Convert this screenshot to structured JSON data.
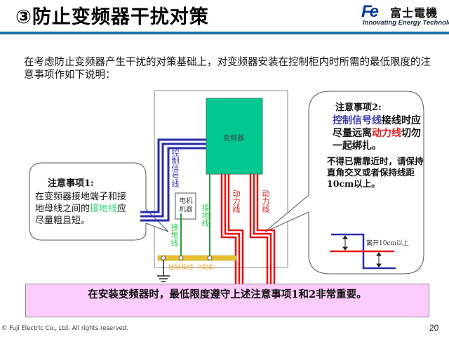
{
  "header": {
    "title": "③防止变频器干扰对策",
    "logo_mark": "Fe",
    "logo_cn": "富士電機",
    "logo_tagline": "Innovating Energy Technology"
  },
  "intro": "在考虑防止变频器产生干扰的对策基础上，对变频器安装在控制柜内时所需的最低限度的注意事项作如下说明：",
  "diagram": {
    "inverter_label": "变频器",
    "motor_label": "电机机器",
    "control_signal_label": "控制信号线",
    "ground_label_left": "接地线",
    "ground_label_right": "接地线",
    "power_label_1": "动力线",
    "power_label_2": "动力线",
    "ground_bus_label": "接地母线（铜排）",
    "colors": {
      "inverter": "#00c890",
      "control": "#2a2aa8",
      "power": "#e81010",
      "ground": "#2a9a3a",
      "bus": "#e8c030"
    }
  },
  "note1": {
    "title": "注意事项1:",
    "text_a": "在变频器接地端子和接地母线之间的",
    "text_highlight": "接地线",
    "text_b": "应尽量粗且短。"
  },
  "note2": {
    "title": "注意事项2:",
    "highlight_control": "控制信号线",
    "text_a": "接线时应尽量远离",
    "highlight_power": "动力线",
    "text_b": "切勿一起绑扎。",
    "text_c": "不得已需靠近时，请保持直角交叉或者保持线距10cm以上。",
    "distance_label": "离开10cm以上"
  },
  "summary": "在安装变频器时，最低限度遵守上述注意事项1和2非常重要。",
  "footer": {
    "copyright": "© Fuji Electric Co., Ltd. All rights reserved.",
    "page": "20"
  }
}
